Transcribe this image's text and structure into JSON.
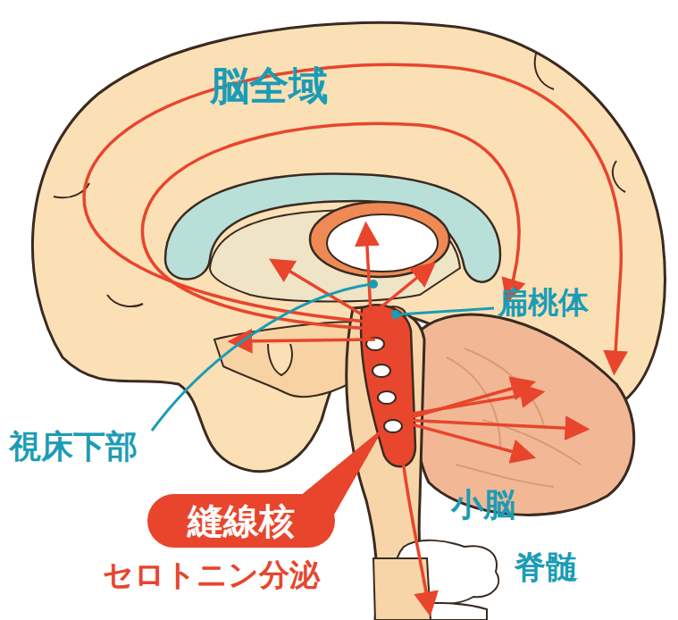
{
  "diagram": {
    "nodes": [
      {
        "text": [
          "縫線核"
        ]
      }
    ],
    "labels": [
      "脳全域",
      "扁桃体",
      "視床下部",
      "小脳",
      "セロトニン分泌",
      "脊髄"
    ]
  }
}
